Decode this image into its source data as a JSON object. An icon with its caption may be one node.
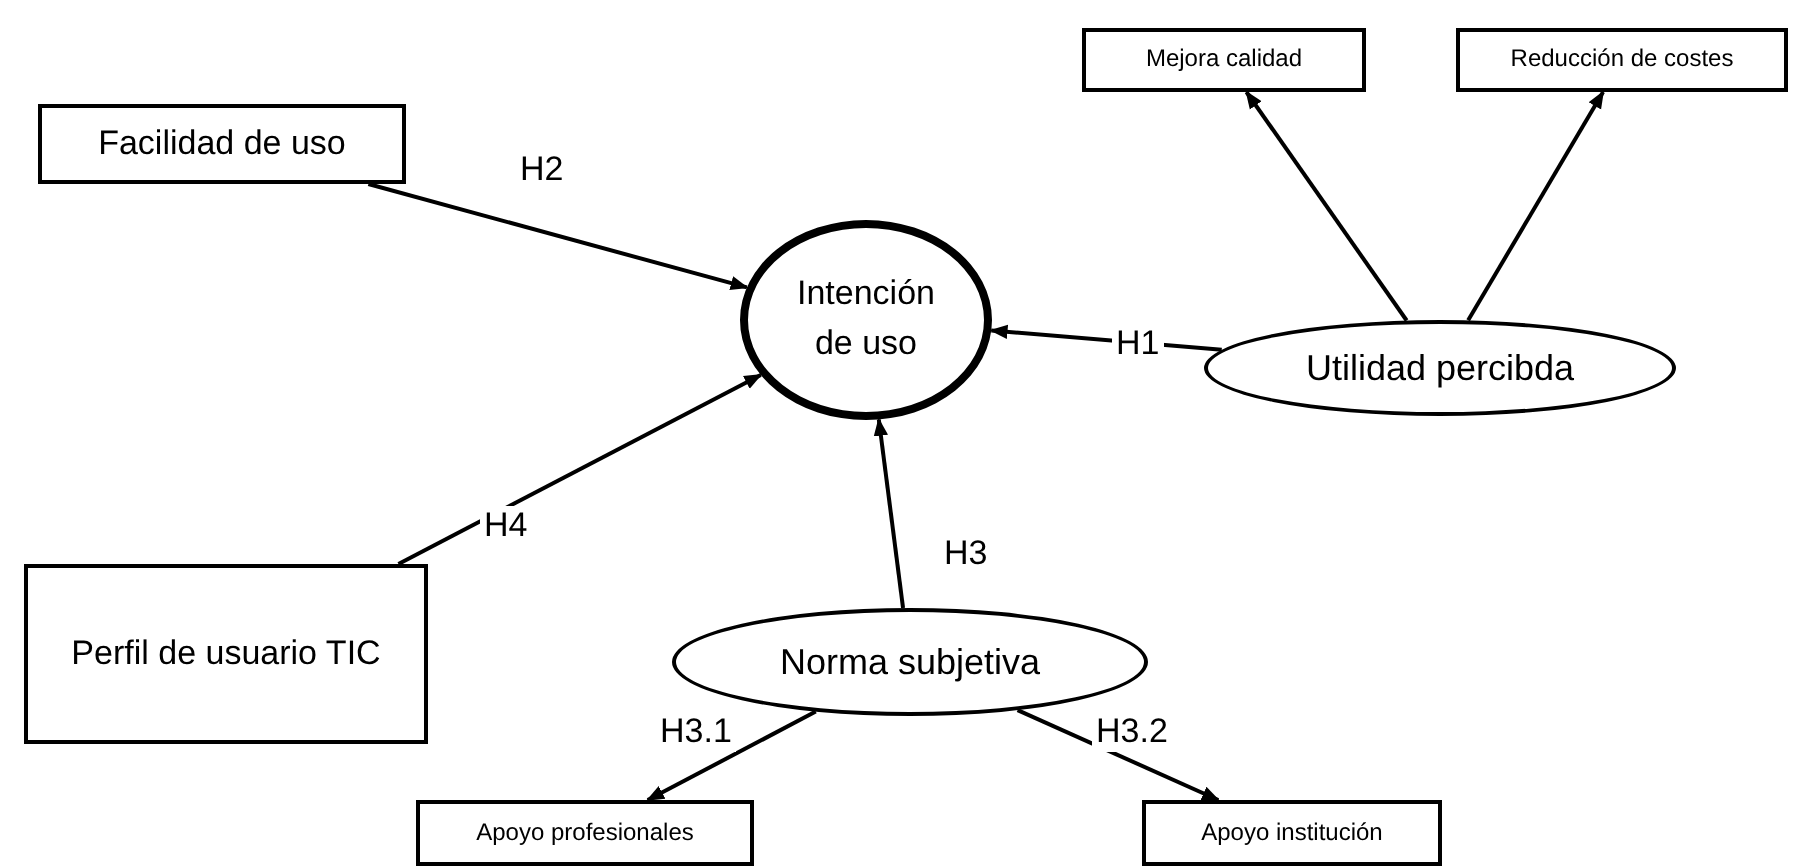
{
  "diagram": {
    "nodes": [
      {
        "text": [
          "Facilidad de uso"
        ]
      },
      {
        "text": [
          "Intención de uso"
        ]
      },
      {
        "text": [
          "Mejora calidad"
        ]
      },
      {
        "text": [
          "Reducción de costes"
        ]
      },
      {
        "text": [
          "Utilidad percibda"
        ]
      },
      {
        "text": [
          "Perfil de usuario TIC"
        ]
      },
      {
        "text": [
          "Norma subjetiva"
        ]
      },
      {
        "text": [
          "Apoyo profesionales"
        ]
      },
      {
        "text": [
          "Apoyo institución"
        ]
      }
    ],
    "edges": [
      {
        "from": 0,
        "to": 1,
        "arrow": "to",
        "label": "H2"
      },
      {
        "from": 4,
        "to": 2,
        "arrow": "to"
      },
      {
        "from": 4,
        "to": 3,
        "arrow": "to"
      },
      {
        "from": 4,
        "to": 1,
        "arrow": "to",
        "label": "H1"
      },
      {
        "from": 5,
        "to": 1,
        "arrow": "to",
        "label": "H4"
      },
      {
        "from": 6,
        "to": 1,
        "arrow": "to",
        "label": "H3"
      },
      {
        "from": 6,
        "to": 7,
        "arrow": "to",
        "label": "H3.1"
      },
      {
        "from": 6,
        "to": 8,
        "arrow": "to",
        "label": "H3.2"
      }
    ]
  }
}
